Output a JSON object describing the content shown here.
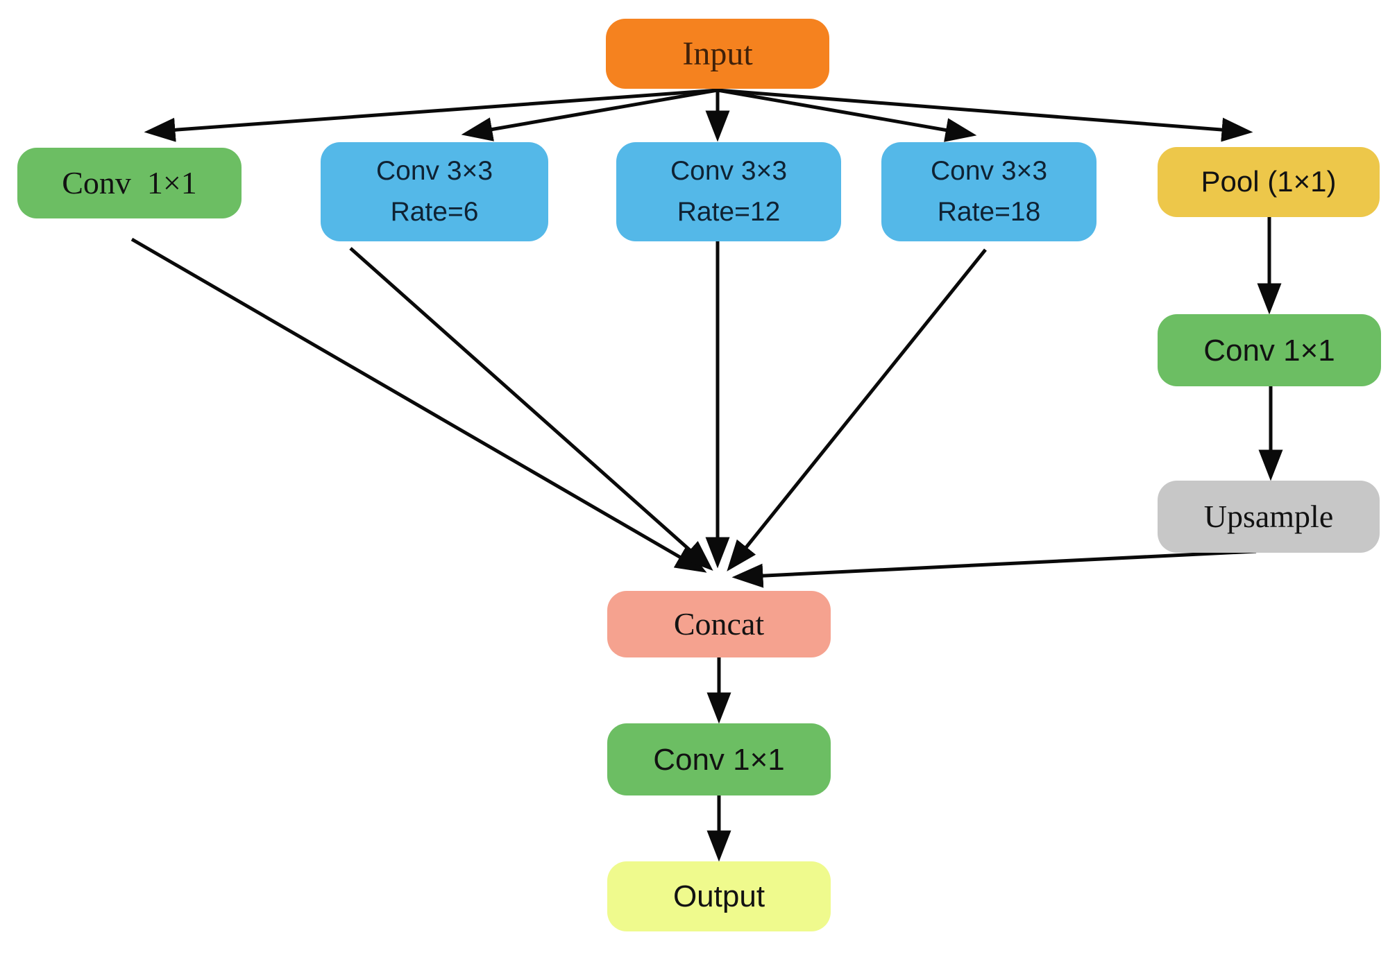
{
  "diagram": {
    "type": "flowchart",
    "description": "ASPP-style network block diagram",
    "nodes": {
      "input": {
        "label": "Input"
      },
      "conv1x1_left": {
        "label": "Conv  1×1"
      },
      "conv3x3_rate6": {
        "line1": "Conv 3×3",
        "line2": "Rate=6"
      },
      "conv3x3_rate12": {
        "line1": "Conv 3×3",
        "line2": "Rate=12"
      },
      "conv3x3_rate18": {
        "line1": "Conv 3×3",
        "line2": "Rate=18"
      },
      "pool": {
        "label": "Pool (1×1)"
      },
      "conv1x1_right": {
        "label": "Conv 1×1"
      },
      "upsample": {
        "label": "Upsample"
      },
      "concat": {
        "label": "Concat"
      },
      "conv1x1_bottom": {
        "label": "Conv 1×1"
      },
      "output": {
        "label": "Output"
      }
    },
    "edges": [
      {
        "from": "input",
        "to": "conv1x1_left"
      },
      {
        "from": "input",
        "to": "conv3x3_rate6"
      },
      {
        "from": "input",
        "to": "conv3x3_rate12"
      },
      {
        "from": "input",
        "to": "conv3x3_rate18"
      },
      {
        "from": "input",
        "to": "pool"
      },
      {
        "from": "conv1x1_left",
        "to": "concat"
      },
      {
        "from": "conv3x3_rate6",
        "to": "concat"
      },
      {
        "from": "conv3x3_rate12",
        "to": "concat"
      },
      {
        "from": "conv3x3_rate18",
        "to": "concat"
      },
      {
        "from": "pool",
        "to": "conv1x1_right"
      },
      {
        "from": "conv1x1_right",
        "to": "upsample"
      },
      {
        "from": "upsample",
        "to": "concat"
      },
      {
        "from": "concat",
        "to": "conv1x1_bottom"
      },
      {
        "from": "conv1x1_bottom",
        "to": "output"
      }
    ],
    "palette": {
      "input": "#F5821F",
      "conv1x1": "#6CBE63",
      "atrous_conv": "#54B8E8",
      "pool": "#EDC74A",
      "upsample": "#C7C7C7",
      "concat": "#F5A28F",
      "output": "#EFFA8D",
      "arrow": "#0a0a0a",
      "background": "#ffffff"
    }
  }
}
